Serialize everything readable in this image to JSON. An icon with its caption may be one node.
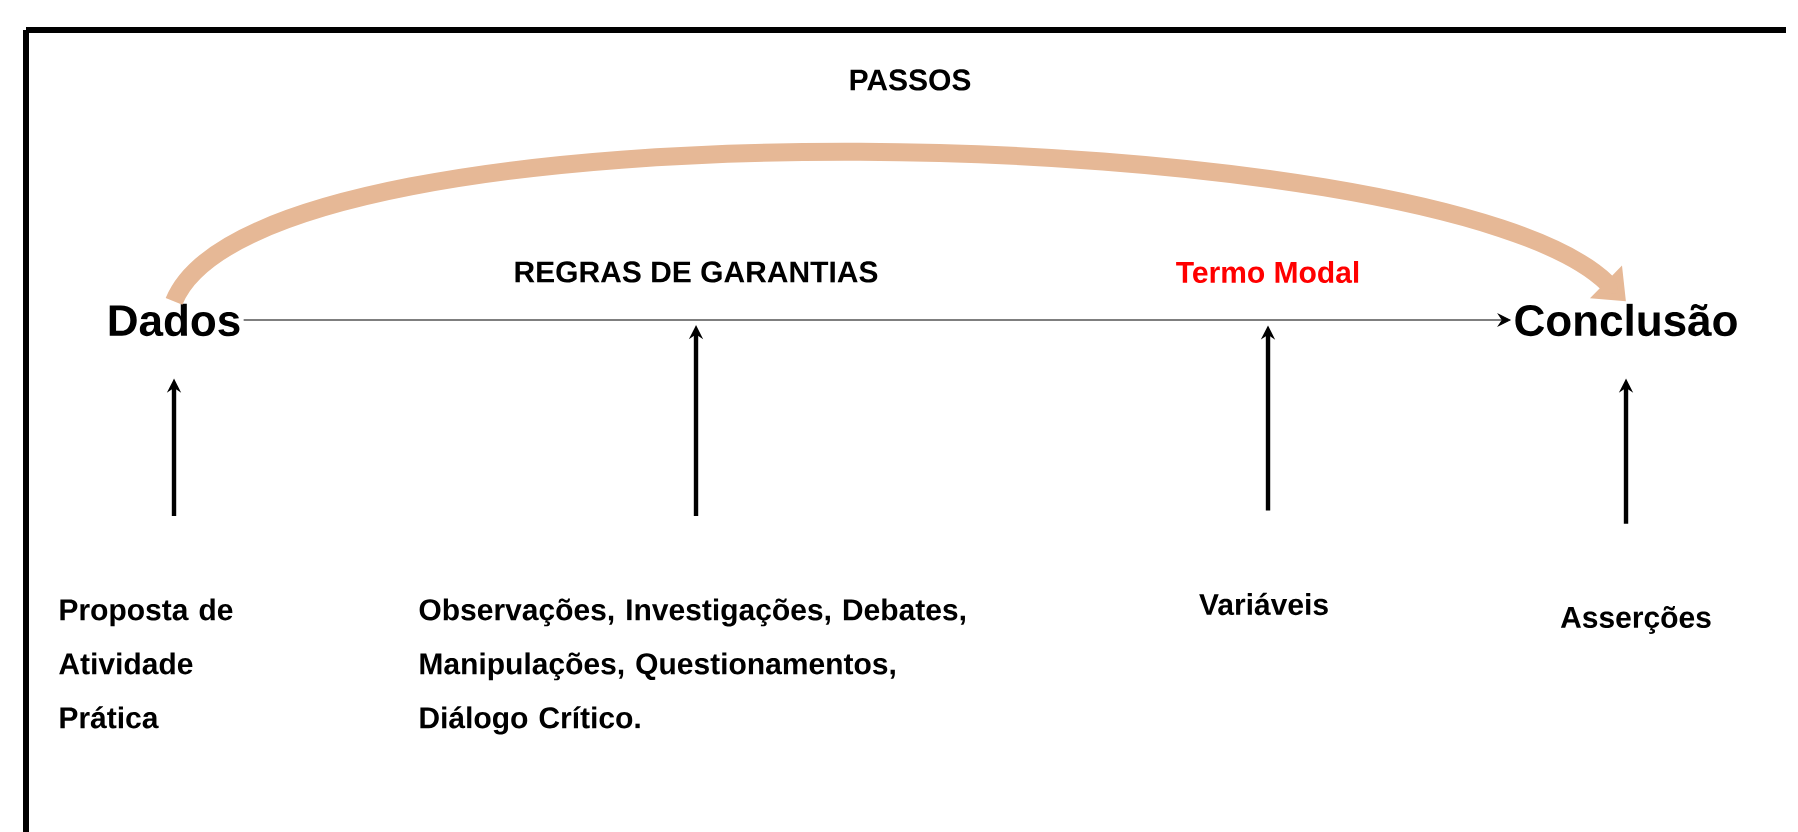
{
  "diagram": {
    "nodes": [
      {
        "text": [
          "Dados"
        ]
      },
      {
        "text": [
          "Conclusão"
        ]
      },
      {
        "text": [
          "REGRAS DE GARANTIAS"
        ]
      },
      {
        "text": [
          "Termo Modal"
        ]
      },
      {
        "text": [
          "Proposta de Atividade Prática"
        ]
      },
      {
        "text": [
          "Observações, Investigações, Debates, Manipulações, Questionamentos, Diálogo Crítico."
        ]
      },
      {
        "text": [
          "Variáveis"
        ]
      },
      {
        "text": [
          "Asserções"
        ]
      }
    ],
    "edges": [
      {
        "from": 0,
        "to": 1,
        "arrow": "to"
      },
      {
        "from": 0,
        "to": 1,
        "arrow": "to",
        "label": "PASSOS",
        "style": "thick",
        "color": "#e6b896"
      },
      {
        "from": 4,
        "to": 0,
        "arrow": "to"
      },
      {
        "from": 5,
        "to": 2,
        "arrow": "to"
      },
      {
        "from": 6,
        "to": 3,
        "arrow": "to"
      },
      {
        "from": 7,
        "to": 1,
        "arrow": "to"
      }
    ]
  }
}
